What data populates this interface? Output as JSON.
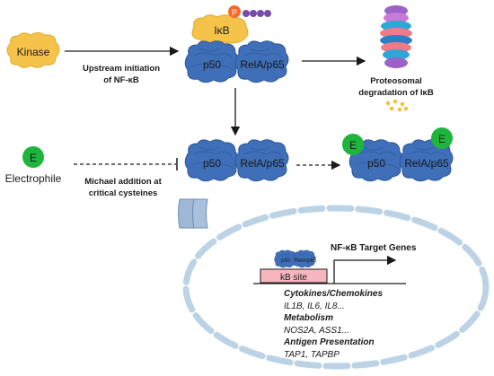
{
  "labels": {
    "kinase": "Kinase",
    "ikb": "IκB",
    "phospho": "P",
    "p50": "p50",
    "relap65": "RelA/p65",
    "upstream_line1": "Upstream initiation",
    "upstream_line2": "of NF-κB",
    "proteo_line1": "Proteosomal",
    "proteo_line2": "degradation of IκB",
    "electrophile_letter": "E",
    "electrophile": "Electrophile",
    "michael_line1": "Michael addition at",
    "michael_line2": "critical cysteines",
    "target_genes": "NF-κB Target Genes",
    "kb_site": "kB site",
    "cytokines_heading": "Cytokines/Chemokines",
    "cytokines_genes": "IL1B, IL6, IL8...",
    "metabolism_heading": "Metabolism",
    "metabolism_genes": "NOS2A, ASS1...",
    "antigen_heading": "Antigen Presentation",
    "antigen_genes": "TAP1, TAPBP"
  },
  "colors": {
    "kinase": "#f5c24a",
    "nfkb_subunit": "#3f6fb8",
    "ikb": "#f5c24a",
    "phospho": "#f36b2b",
    "electrophile": "#1db53b",
    "membrane": "#bcd3e6",
    "kb_site": "#f7b6bf",
    "degradation_dots": "#f2c23d"
  }
}
